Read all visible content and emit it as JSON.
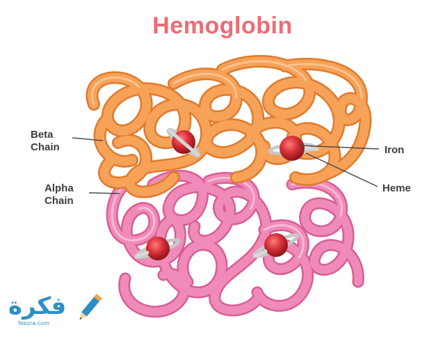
{
  "title": "Hemoglobin",
  "labels": {
    "beta_chain": [
      "Beta",
      "Chain"
    ],
    "alpha_chain": [
      "Alpha",
      "Chain"
    ],
    "iron": "Iron",
    "heme": "Heme"
  },
  "colors": {
    "title": "#f06a74",
    "beta_chain": "#f39a4d",
    "alpha_chain": "#ef80ae",
    "heme_iron": "#c9262e",
    "heme_ring": "#c8c8c8",
    "label_text": "#3d3d3d"
  },
  "watermark": {
    "logo_text": "فكرة",
    "site": "fekora.com"
  }
}
